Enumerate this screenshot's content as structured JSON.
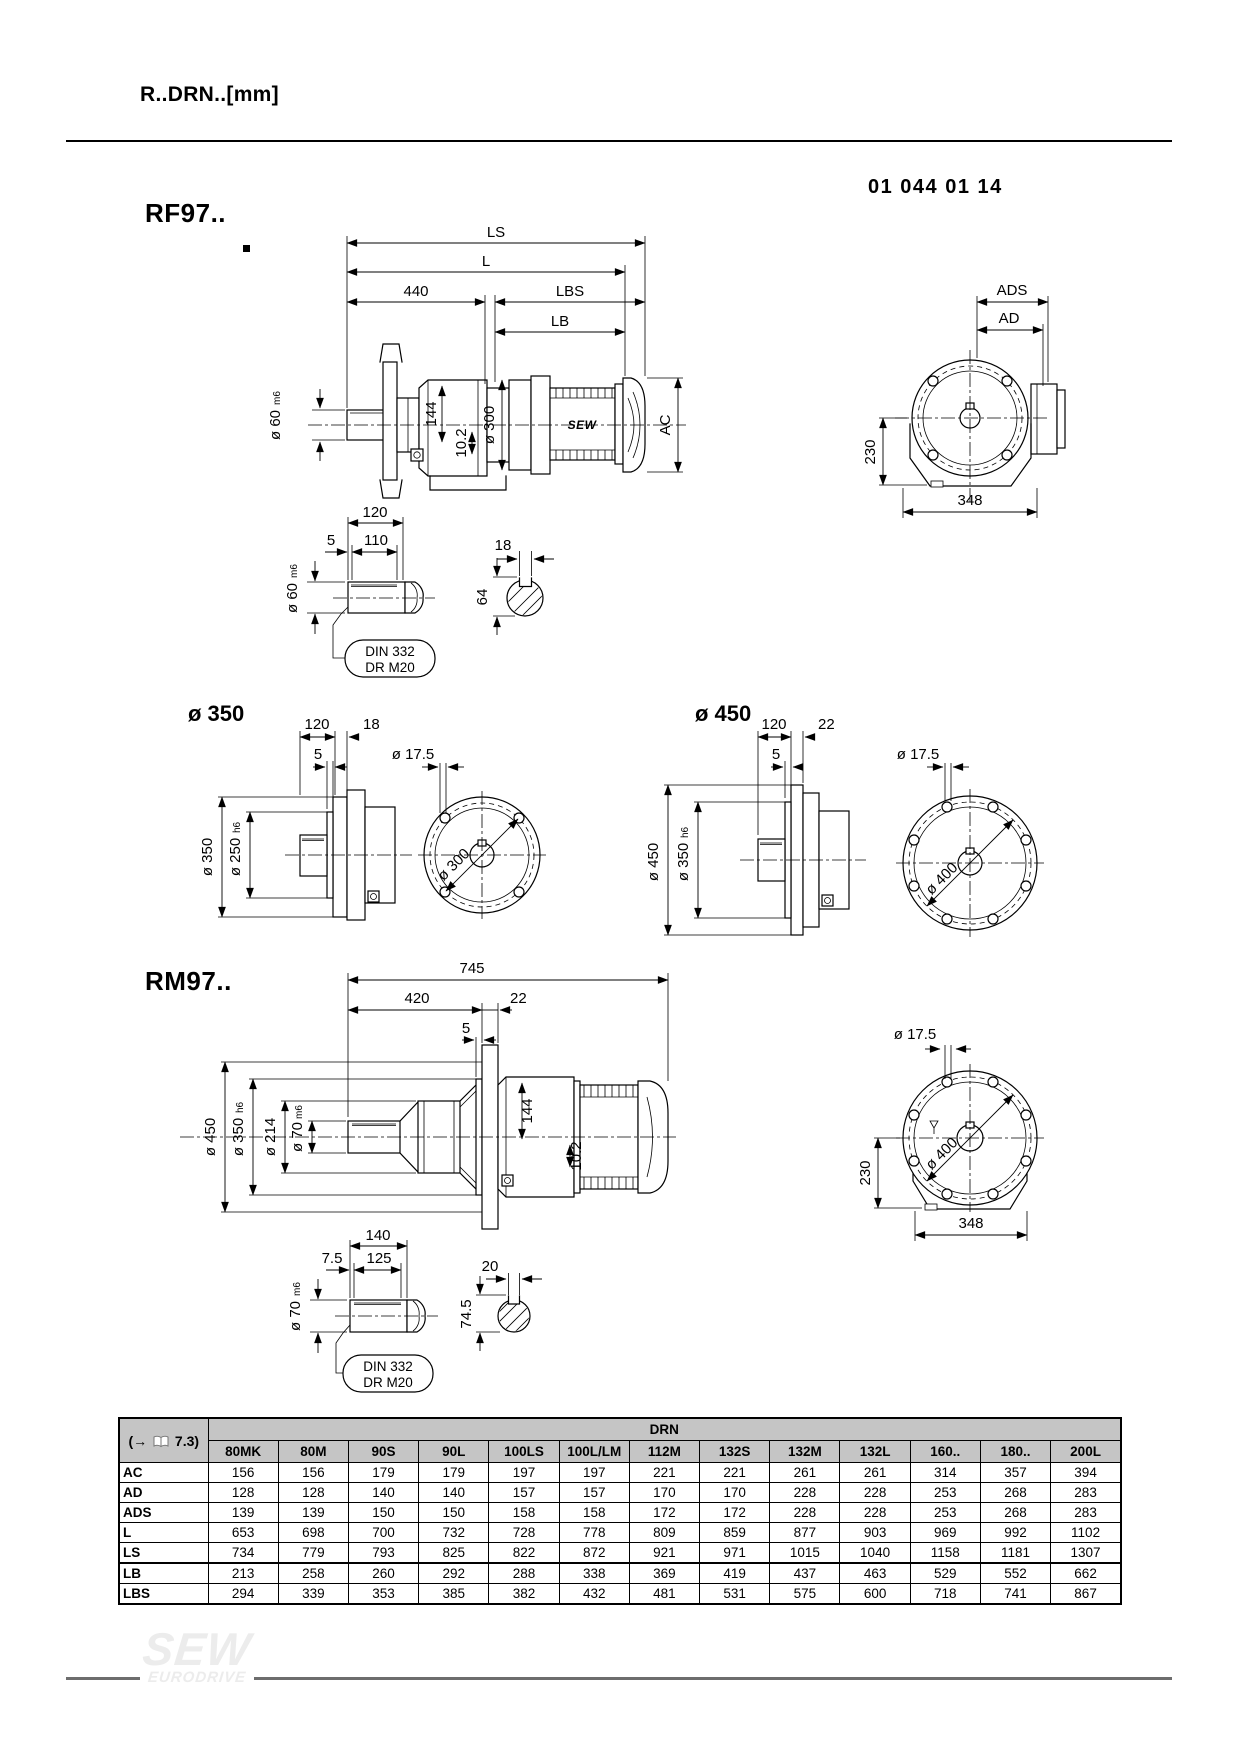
{
  "page": {
    "title": "R..DRN..[mm]",
    "doc_number": "01 044 01 14"
  },
  "rf97": {
    "label": "RF97..",
    "side": {
      "ls": "LS",
      "l": "L",
      "d440": "440",
      "lbs": "LBS",
      "lb": "LB",
      "dia_shaft": "ø 60",
      "fit_shaft": "m6",
      "d144": "144",
      "d102": "10.2",
      "dia300": "ø 300",
      "ac": "AC",
      "brand": "SEW"
    },
    "end": {
      "ads": "ADS",
      "ad": "AD",
      "d230": "230",
      "d348": "348"
    },
    "shaft": {
      "d120": "120",
      "d5": "5",
      "d110": "110",
      "dia": "ø 60",
      "fit": "m6",
      "key_w": "18",
      "key_h": "64",
      "din1": "DIN 332",
      "din2": "DR M20"
    }
  },
  "flange350": {
    "title": "ø 350",
    "d120": "120",
    "d18": "18",
    "d5": "5",
    "d175": "ø 17.5",
    "dia_outer": "ø 350",
    "dia_pilot": "ø 250",
    "fit_pilot": "h6",
    "bolt_circle": "ø 300"
  },
  "flange450": {
    "title": "ø 450",
    "d120": "120",
    "d22": "22",
    "d5": "5",
    "d175": "ø 17.5",
    "dia_outer": "ø 450",
    "dia_pilot": "ø 350",
    "fit_pilot": "h6",
    "bolt_circle": "ø 400"
  },
  "rm97": {
    "label": "RM97..",
    "side": {
      "d745": "745",
      "d420": "420",
      "d22": "22",
      "d5": "5",
      "dia450": "ø 450",
      "dia350": "ø 350",
      "fit350": "h6",
      "dia214": "ø 214",
      "dia70": "ø 70",
      "fit70": "m6",
      "d144": "144",
      "d102": "10.2"
    },
    "end": {
      "d175": "ø 17.5",
      "bolt_circle": "ø 400",
      "d230": "230",
      "d348": "348"
    },
    "shaft": {
      "d140": "140",
      "d75": "7.5",
      "d125": "125",
      "dia": "ø 70",
      "fit": "m6",
      "key_w": "20",
      "key_h": "74.5",
      "din1": "DIN 332",
      "din2": "DR M20"
    }
  },
  "table": {
    "corner_prefix": "(→",
    "corner_number": "7.3)",
    "group": "DRN",
    "columns": [
      "80MK",
      "80M",
      "90S",
      "90L",
      "100LS",
      "100L/LM",
      "112M",
      "132S",
      "132M",
      "132L",
      "160..",
      "180..",
      "200L"
    ],
    "rows": [
      {
        "label": "AC",
        "values": [
          156,
          156,
          179,
          179,
          197,
          197,
          221,
          221,
          261,
          261,
          314,
          357,
          394
        ]
      },
      {
        "label": "AD",
        "values": [
          128,
          128,
          140,
          140,
          157,
          157,
          170,
          170,
          228,
          228,
          253,
          268,
          283
        ]
      },
      {
        "label": "ADS",
        "values": [
          139,
          139,
          150,
          150,
          158,
          158,
          172,
          172,
          228,
          228,
          253,
          268,
          283
        ]
      },
      {
        "label": "L",
        "values": [
          653,
          698,
          700,
          732,
          728,
          778,
          809,
          859,
          877,
          903,
          969,
          992,
          1102
        ]
      },
      {
        "label": "LS",
        "values": [
          734,
          779,
          793,
          825,
          822,
          872,
          921,
          971,
          1015,
          1040,
          1158,
          1181,
          1307
        ]
      },
      {
        "label": "LB",
        "values": [
          213,
          258,
          260,
          292,
          288,
          338,
          369,
          419,
          437,
          463,
          529,
          552,
          662
        ]
      },
      {
        "label": "LBS",
        "values": [
          294,
          339,
          353,
          385,
          382,
          432,
          481,
          531,
          575,
          600,
          718,
          741,
          867
        ]
      }
    ]
  },
  "footer": {
    "logo_top": "SEW",
    "logo_bottom": "EURODRIVE"
  }
}
